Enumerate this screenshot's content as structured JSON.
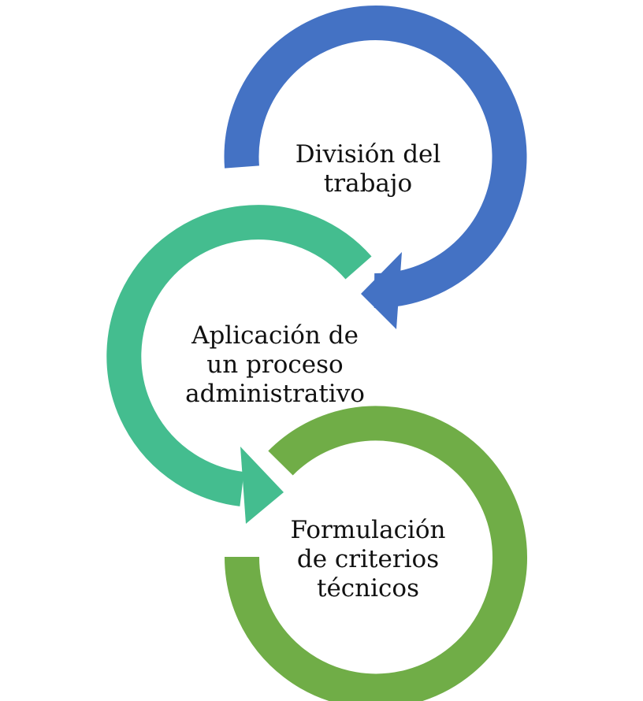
{
  "diagram": {
    "colors": {
      "blue": "#4472C4",
      "teal": "#44BD8F",
      "green": "#70AD47"
    },
    "steps": [
      {
        "name": "division-del-trabajo",
        "color": "#4472C4",
        "lines": [
          "División del",
          "trabajo"
        ]
      },
      {
        "name": "aplicacion-proceso-administrativo",
        "color": "#44BD8F",
        "lines": [
          "Aplicación de",
          "un proceso",
          "administrativo"
        ]
      },
      {
        "name": "formulacion-criterios-tecnicos",
        "color": "#70AD47",
        "lines": [
          "Formulación",
          "de criterios",
          "técnicos"
        ]
      }
    ]
  }
}
